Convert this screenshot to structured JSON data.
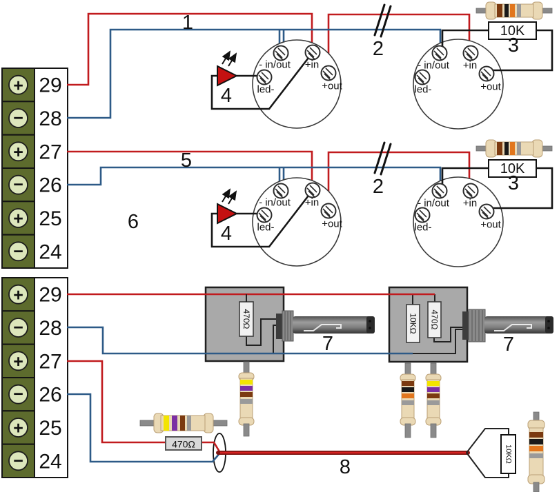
{
  "labels": {
    "n1": "1",
    "n2": "2",
    "n3": "3",
    "n4": "4",
    "n5": "5",
    "n6": "6",
    "n7": "7",
    "n8": "8"
  },
  "terminal_block": {
    "rows": [
      {
        "number": "29",
        "polarity": "+"
      },
      {
        "number": "28",
        "polarity": "−"
      },
      {
        "number": "27",
        "polarity": "+"
      },
      {
        "number": "26",
        "polarity": "−"
      },
      {
        "number": "25",
        "polarity": "+"
      },
      {
        "number": "24",
        "polarity": "−"
      }
    ]
  },
  "connector": {
    "neg_in_out": "- in/out",
    "pos_in": "+in",
    "led_neg": "led-",
    "pos_out": "+out"
  },
  "resistors": {
    "eol_box": "10K",
    "pot_470": "470Ω",
    "pot_10k": "10KΩ",
    "inline_470": "470Ω",
    "cable_end_10k": "10KΩ"
  },
  "colors": {
    "positive_wire": "#c11b1e",
    "negative_wire": "#2d5a87",
    "terminal_green": "#5d6b2d",
    "led_red": "#c41111",
    "pot_body_gray": "#a9a9a9"
  }
}
